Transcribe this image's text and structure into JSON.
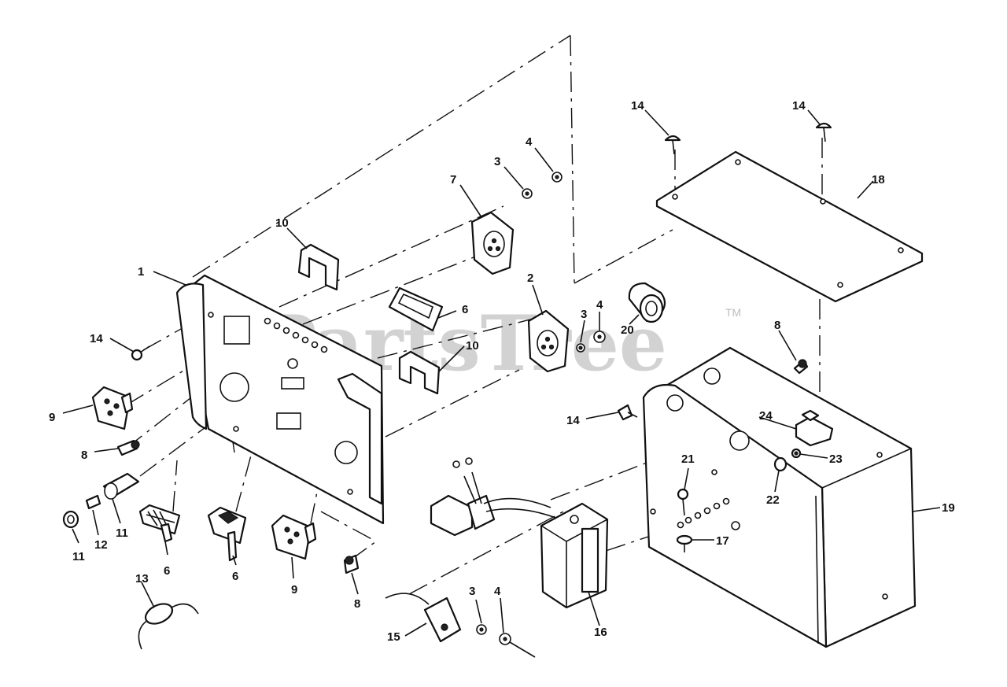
{
  "watermark": {
    "text": "PartsTree",
    "mark": "TM"
  },
  "callouts": {
    "c1": "1",
    "c2": "2",
    "c3a": "3",
    "c3b": "3",
    "c3c": "3",
    "c4a": "4",
    "c4b": "4",
    "c4c": "4",
    "c6a": "6",
    "c6b": "6",
    "c6c": "6",
    "c7": "7",
    "c8a": "8",
    "c8b": "8",
    "c8c": "8",
    "c9a": "9",
    "c9b": "9",
    "c10a": "10",
    "c10b": "10",
    "c11a": "11",
    "c11b": "11",
    "c12": "12",
    "c13": "13",
    "c14a": "14",
    "c14b": "14",
    "c14c": "14",
    "c14d": "14",
    "c15": "15",
    "c16": "16",
    "c17": "17",
    "c18": "18",
    "c19": "19",
    "c20": "20",
    "c21": "21",
    "c22": "22",
    "c23": "23",
    "c24": "24"
  }
}
